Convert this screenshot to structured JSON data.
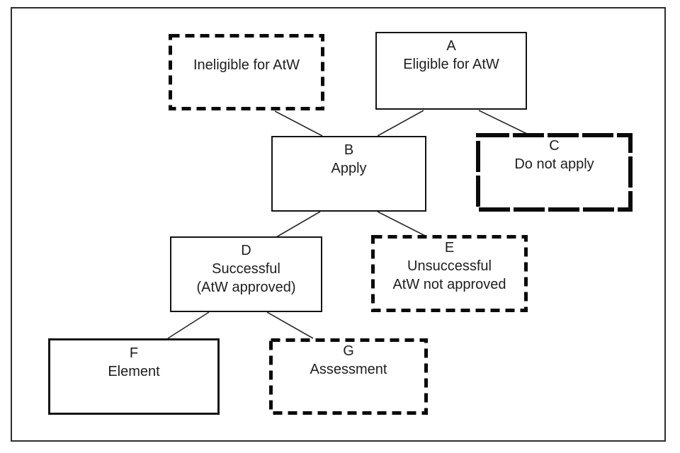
{
  "diagram": {
    "boxes": [
      {
        "id": "ineligible",
        "letter": "",
        "line1": "Ineligible for AtW",
        "line2": "",
        "border": "bold-dashed"
      },
      {
        "id": "A",
        "letter": "A",
        "line1": "Eligible for AtW",
        "line2": "",
        "border": "solid"
      },
      {
        "id": "B",
        "letter": "B",
        "line1": "Apply",
        "line2": "",
        "border": "solid"
      },
      {
        "id": "C",
        "letter": "C",
        "line1": "Do not apply",
        "line2": "",
        "border": "bold-long-dash"
      },
      {
        "id": "D",
        "letter": "D",
        "line1": "Successful",
        "line2": "(AtW approved)",
        "border": "solid"
      },
      {
        "id": "E",
        "letter": "E",
        "line1": "Unsuccessful",
        "line2": "AtW not approved",
        "border": "bold-dashed"
      },
      {
        "id": "F",
        "letter": "F",
        "line1": "Element",
        "line2": "",
        "border": "solid-thick"
      },
      {
        "id": "G",
        "letter": "G",
        "line1": "Assessment",
        "line2": "",
        "border": "bold-dashed"
      }
    ],
    "edges": [
      {
        "from": "Ineligible for AtW",
        "to": "B"
      },
      {
        "from": "A",
        "to": "B"
      },
      {
        "from": "A",
        "to": "C"
      },
      {
        "from": "B",
        "to": "D"
      },
      {
        "from": "B",
        "to": "E"
      },
      {
        "from": "D",
        "to": "F"
      },
      {
        "from": "D",
        "to": "G"
      }
    ],
    "colors": {
      "line": "#2b2b2b",
      "border": "#0a0a0a",
      "text": "#1e1e1e",
      "background": "#ffffff"
    }
  }
}
